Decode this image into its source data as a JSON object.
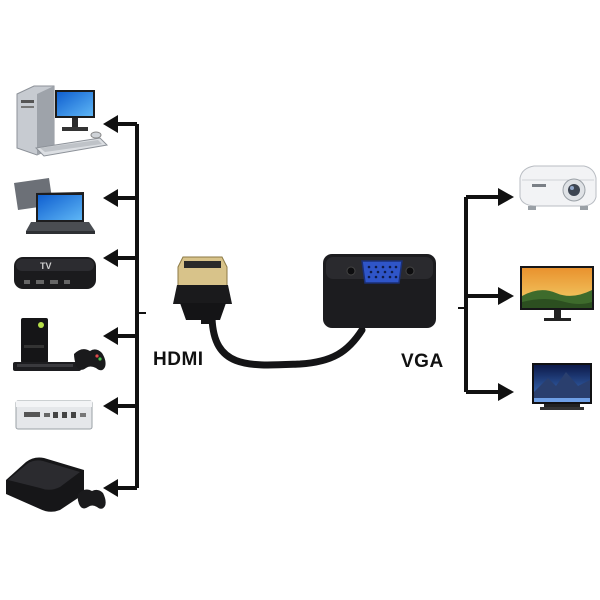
{
  "labels": {
    "hdmi": "HDMI",
    "vga": "VGA"
  },
  "source_devices": [
    {
      "name": "desktop-computer",
      "icon": "desktop-pc-icon"
    },
    {
      "name": "laptop",
      "icon": "laptop-icon"
    },
    {
      "name": "streaming-box",
      "icon": "tv-box-icon",
      "text": "TV"
    },
    {
      "name": "game-console-vertical",
      "icon": "xbox-console-icon"
    },
    {
      "name": "set-top-box",
      "icon": "set-top-box-icon"
    },
    {
      "name": "game-console-horizontal",
      "icon": "playstation-console-icon"
    }
  ],
  "target_devices": [
    {
      "name": "projector",
      "icon": "projector-icon"
    },
    {
      "name": "monitor",
      "icon": "monitor-icon"
    },
    {
      "name": "television",
      "icon": "television-icon"
    }
  ],
  "colors": {
    "line": "#111111",
    "device_dark": "#1e1e22",
    "device_silver": "#c9ccd1",
    "screen_blue": "#1f6fd6",
    "vga_port": "#2f55c8",
    "background": "#ffffff"
  }
}
